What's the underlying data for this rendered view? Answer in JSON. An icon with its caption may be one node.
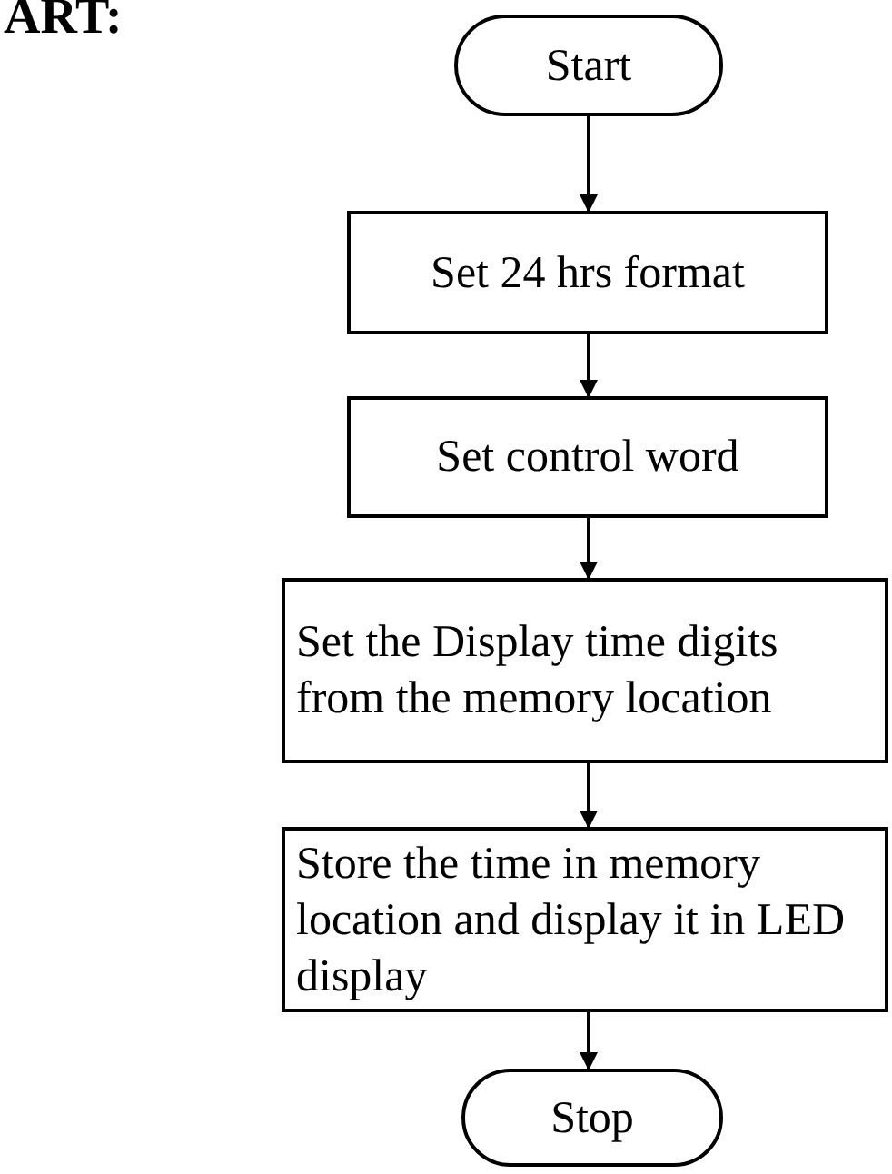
{
  "diagram": {
    "title": "ART:",
    "nodes": [
      {
        "text": [
          "Start"
        ]
      },
      {
        "text": [
          "Set 24 hrs format"
        ]
      },
      {
        "text": [
          "Set control word"
        ]
      },
      {
        "text": [
          "Set the Display time digits from the memory location"
        ]
      },
      {
        "text": [
          "Store the time in memory location and display it in LED display"
        ]
      },
      {
        "text": [
          "Stop"
        ]
      }
    ],
    "edges": [
      {
        "from": 0,
        "to": 1,
        "arrow": "to"
      },
      {
        "from": 1,
        "to": 2,
        "arrow": "to"
      },
      {
        "from": 2,
        "to": 3,
        "arrow": "to"
      },
      {
        "from": 3,
        "to": 4,
        "arrow": "to"
      },
      {
        "from": 4,
        "to": 5,
        "arrow": "to"
      }
    ]
  }
}
